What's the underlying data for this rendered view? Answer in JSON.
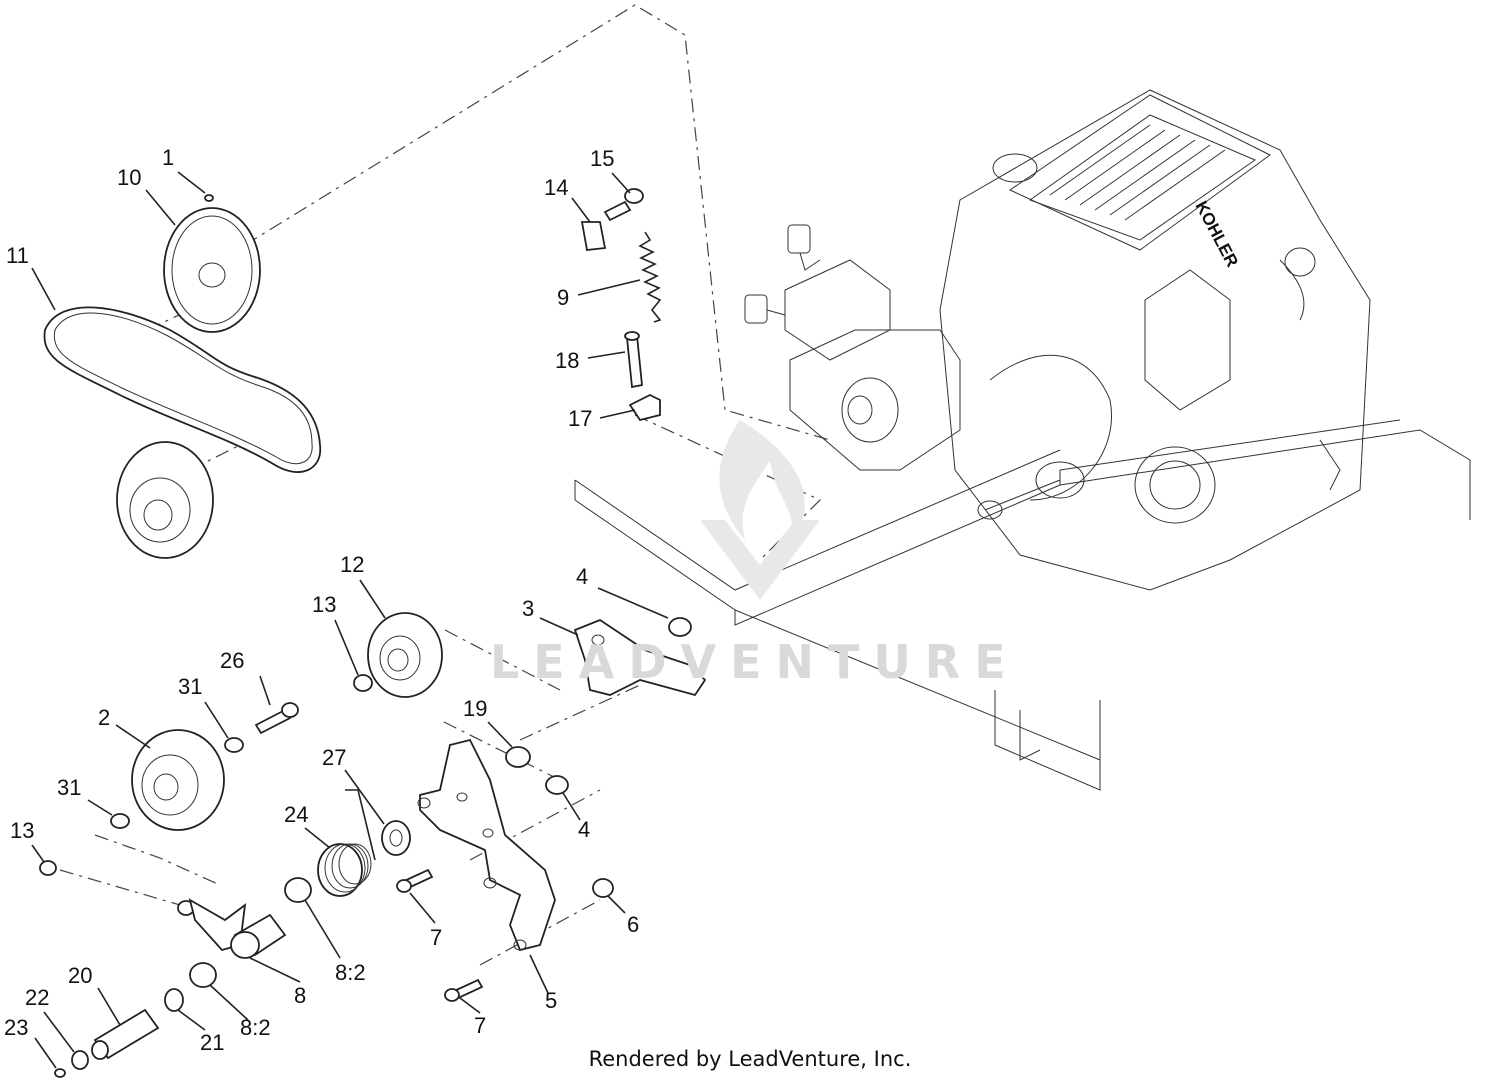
{
  "callouts": [
    {
      "id": "c1",
      "text": "1"
    },
    {
      "id": "c10",
      "text": "10"
    },
    {
      "id": "c11",
      "text": "11"
    },
    {
      "id": "c15",
      "text": "15"
    },
    {
      "id": "c14",
      "text": "14"
    },
    {
      "id": "c9",
      "text": "9"
    },
    {
      "id": "c18",
      "text": "18"
    },
    {
      "id": "c17",
      "text": "17"
    },
    {
      "id": "c12",
      "text": "12"
    },
    {
      "id": "c13a",
      "text": "13"
    },
    {
      "id": "c4a",
      "text": "4"
    },
    {
      "id": "c3",
      "text": "3"
    },
    {
      "id": "c26",
      "text": "26"
    },
    {
      "id": "c31a",
      "text": "31"
    },
    {
      "id": "c2",
      "text": "2"
    },
    {
      "id": "c31b",
      "text": "31"
    },
    {
      "id": "c19",
      "text": "19"
    },
    {
      "id": "c27",
      "text": "27"
    },
    {
      "id": "c24",
      "text": "24"
    },
    {
      "id": "c13b",
      "text": "13"
    },
    {
      "id": "c4b",
      "text": "4"
    },
    {
      "id": "c7a",
      "text": "7"
    },
    {
      "id": "c6",
      "text": "6"
    },
    {
      "id": "c8",
      "text": "8"
    },
    {
      "id": "c82a",
      "text": "8:2"
    },
    {
      "id": "c5",
      "text": "5"
    },
    {
      "id": "c20",
      "text": "20"
    },
    {
      "id": "c22",
      "text": "22"
    },
    {
      "id": "c82b",
      "text": "8:2"
    },
    {
      "id": "c7b",
      "text": "7"
    },
    {
      "id": "c21",
      "text": "21"
    },
    {
      "id": "c23",
      "text": "23"
    }
  ],
  "engine_brand": "KOHLER",
  "watermark": "LEADVENTURE",
  "footer": "Rendered by LeadVenture, Inc."
}
